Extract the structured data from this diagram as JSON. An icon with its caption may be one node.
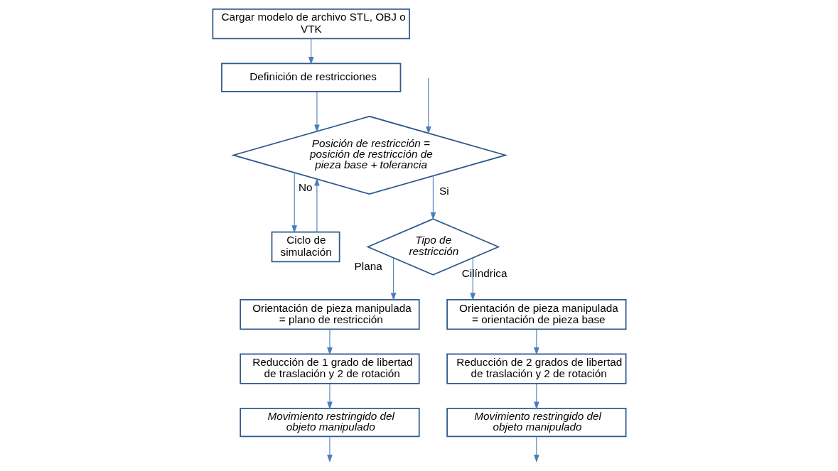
{
  "diagram": {
    "nodes": [
      {
        "text": [
          "Cargar modelo de archivo STL, OBJ o VTK"
        ]
      },
      {
        "text": [
          "Definición de restricciones"
        ]
      },
      {
        "text": [
          "Posición de restricción = posición de restricción de pieza base + tolerancia"
        ]
      },
      {
        "text": [
          "Ciclo de simulación"
        ]
      },
      {
        "text": [
          "Tipo de restricción"
        ]
      },
      {
        "text": [
          "Orientación de pieza manipulada = plano de restricción"
        ]
      },
      {
        "text": [
          "Orientación de pieza manipulada = orientación de pieza base"
        ]
      },
      {
        "text": [
          "Reducción de 1 grado de libertad de traslación y 2 de rotación"
        ]
      },
      {
        "text": [
          "Reducción de 2 grados de libertad de traslación y 2 de rotación"
        ]
      },
      {
        "text": [
          "Movimiento restringido del objeto manipulado"
        ]
      },
      {
        "text": [
          "Movimiento restringido del objeto manipulado"
        ]
      }
    ],
    "edges": [
      {
        "from": 0,
        "to": 1,
        "arrow": "to"
      },
      {
        "from": 1,
        "to": 2,
        "arrow": "to"
      },
      {
        "from": 3,
        "to": 2,
        "arrow": "to"
      },
      {
        "from": null,
        "to": 2,
        "arrow": "to"
      },
      {
        "from": 2,
        "to": 3,
        "arrow": "to",
        "label": "No"
      },
      {
        "from": 2,
        "to": 4,
        "arrow": "to",
        "label": "Si"
      },
      {
        "from": 4,
        "to": 5,
        "arrow": "to",
        "label": "Plana"
      },
      {
        "from": 4,
        "to": 6,
        "arrow": "to",
        "label": "Cilíndrica"
      },
      {
        "from": 5,
        "to": 7,
        "arrow": "to"
      },
      {
        "from": 6,
        "to": 8,
        "arrow": "to"
      },
      {
        "from": 7,
        "to": 9,
        "arrow": "to"
      },
      {
        "from": 8,
        "to": 10,
        "arrow": "to"
      },
      {
        "from": 9,
        "to": null,
        "arrow": "to"
      },
      {
        "from": 10,
        "to": null,
        "arrow": "to"
      }
    ]
  }
}
